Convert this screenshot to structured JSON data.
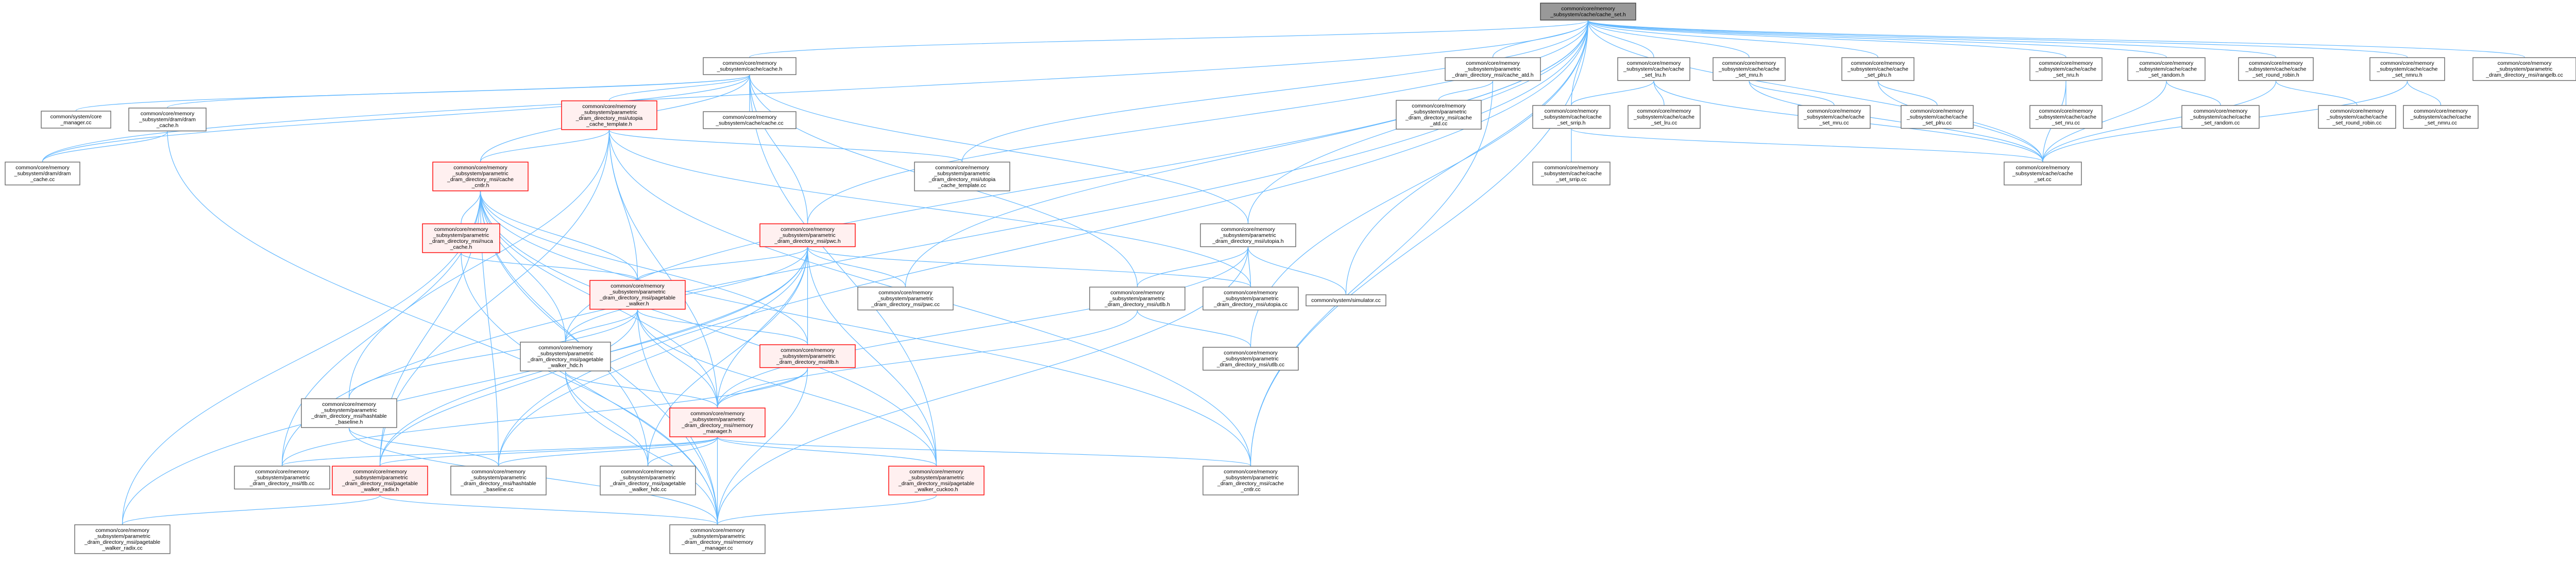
{
  "colors": {
    "edge": "#63b8ff",
    "node_border": "#666666",
    "focus_border": "#404040",
    "focus_fill": "#999999",
    "red_border": "#ff0000",
    "red_fill": "#fff0f0",
    "plain_fill": "#ffffff",
    "text": "#000000"
  },
  "nodes": [
    {
      "id": "cache_set_h",
      "kind": "focus",
      "lines": [
        "common/core/memory",
        "_subsystem/cache/cache_set.h"
      ]
    },
    {
      "id": "cache_h",
      "kind": "plain",
      "lines": [
        "common/core/memory",
        "_subsystem/cache/cache.h"
      ]
    },
    {
      "id": "dram_cache_h",
      "kind": "plain",
      "lines": [
        "common/core/memory",
        "_subsystem/dram/dram",
        "_cache.h"
      ]
    },
    {
      "id": "sys_manager_cc",
      "kind": "plain",
      "lines": [
        "common/system/core",
        "_manager.cc"
      ]
    },
    {
      "id": "dram_cache_cc",
      "kind": "plain",
      "lines": [
        "common/core/memory",
        "_subsystem/dram/dram",
        "_cache.cc"
      ]
    },
    {
      "id": "utopia_cache_template_h",
      "kind": "red",
      "lines": [
        "common/core/memory",
        "_subsystem/parametric",
        "_dram_directory_msi/utopia",
        "_cache_template.h"
      ]
    },
    {
      "id": "cache_cc",
      "kind": "plain",
      "lines": [
        "common/core/memory",
        "_subsystem/cache/cache.cc"
      ]
    },
    {
      "id": "utopia_cache_template_cc",
      "kind": "plain",
      "lines": [
        "common/core/memory",
        "_subsystem/parametric",
        "_dram_directory_msi/utopia",
        "_cache_template.cc"
      ]
    },
    {
      "id": "cache_cntlr_h",
      "kind": "red",
      "lines": [
        "common/core/memory",
        "_subsystem/parametric",
        "_dram_directory_msi/cache",
        "_cntlr.h"
      ]
    },
    {
      "id": "nuca_cache_h",
      "kind": "red",
      "lines": [
        "common/core/memory",
        "_subsystem/parametric",
        "_dram_directory_msi/nuca",
        "_cache.h"
      ]
    },
    {
      "id": "pwc_h",
      "kind": "red",
      "lines": [
        "common/core/memory",
        "_subsystem/parametric",
        "_dram_directory_msi/pwc.h"
      ]
    },
    {
      "id": "pagetable_walker_h",
      "kind": "red",
      "lines": [
        "common/core/memory",
        "_subsystem/parametric",
        "_dram_directory_msi/pagetable",
        "_walker.h"
      ]
    },
    {
      "id": "pwc_cc",
      "kind": "plain",
      "lines": [
        "common/core/memory",
        "_subsystem/parametric",
        "_dram_directory_msi/pwc.cc"
      ]
    },
    {
      "id": "pagetable_walker_hdc_h",
      "kind": "plain",
      "lines": [
        "common/core/memory",
        "_subsystem/parametric",
        "_dram_directory_msi/pagetable",
        "_walker_hdc.h"
      ]
    },
    {
      "id": "tlb_h",
      "kind": "red",
      "lines": [
        "common/core/memory",
        "_subsystem/parametric",
        "_dram_directory_msi/tlb.h"
      ]
    },
    {
      "id": "hashtable_baseline_h",
      "kind": "plain",
      "lines": [
        "common/core/memory",
        "_subsystem/parametric",
        "_dram_directory_msi/hashtable",
        "_baseline.h"
      ]
    },
    {
      "id": "memory_manager_h",
      "kind": "red",
      "lines": [
        "common/core/memory",
        "_subsystem/parametric",
        "_dram_directory_msi/memory",
        "_manager.h"
      ]
    },
    {
      "id": "tlb_cc",
      "kind": "plain",
      "lines": [
        "common/core/memory",
        "_subsystem/parametric",
        "_dram_directory_msi/tlb.cc"
      ]
    },
    {
      "id": "pagetable_walker_radix_h",
      "kind": "red",
      "lines": [
        "common/core/memory",
        "_subsystem/parametric",
        "_dram_directory_msi/pagetable",
        "_walker_radix.h"
      ]
    },
    {
      "id": "hashtable_baseline_cc",
      "kind": "plain",
      "lines": [
        "common/core/memory",
        "_subsystem/parametric",
        "_dram_directory_msi/hashtable",
        "_baseline.cc"
      ]
    },
    {
      "id": "pagetable_walker_hdc_cc",
      "kind": "plain",
      "lines": [
        "common/core/memory",
        "_subsystem/parametric",
        "_dram_directory_msi/pagetable",
        "_walker_hdc.cc"
      ]
    },
    {
      "id": "pagetable_walker_cuckoo_h",
      "kind": "red",
      "lines": [
        "common/core/memory",
        "_subsystem/parametric",
        "_dram_directory_msi/pagetable",
        "_walker_cuckoo.h"
      ]
    },
    {
      "id": "pagetable_walker_radix_cc",
      "kind": "plain",
      "lines": [
        "common/core/memory",
        "_subsystem/parametric",
        "_dram_directory_msi/pagetable",
        "_walker_radix.cc"
      ]
    },
    {
      "id": "memory_manager_cc",
      "kind": "plain",
      "lines": [
        "common/core/memory",
        "_subsystem/parametric",
        "_dram_directory_msi/memory",
        "_manager.cc"
      ]
    },
    {
      "id": "cache_cntlr_cc",
      "kind": "plain",
      "lines": [
        "common/core/memory",
        "_subsystem/parametric",
        "_dram_directory_msi/cache",
        "_cntlr.cc"
      ]
    },
    {
      "id": "utopia_h",
      "kind": "plain",
      "lines": [
        "common/core/memory",
        "_subsystem/parametric",
        "_dram_directory_msi/utopia.h"
      ]
    },
    {
      "id": "utlb_h",
      "kind": "plain",
      "lines": [
        "common/core/memory",
        "_subsystem/parametric",
        "_dram_directory_msi/utlb.h"
      ]
    },
    {
      "id": "utopia_cc",
      "kind": "plain",
      "lines": [
        "common/core/memory",
        "_subsystem/parametric",
        "_dram_directory_msi/utopia.cc"
      ]
    },
    {
      "id": "simulator_cc",
      "kind": "plain",
      "lines": [
        "common/system/simulator.cc"
      ]
    },
    {
      "id": "utlb_cc",
      "kind": "plain",
      "lines": [
        "common/core/memory",
        "_subsystem/parametric",
        "_dram_directory_msi/utlb.cc"
      ]
    },
    {
      "id": "cache_atd_h",
      "kind": "plain",
      "lines": [
        "common/core/memory",
        "_subsystem/parametric",
        "_dram_directory_msi/cache_atd.h"
      ]
    },
    {
      "id": "cache_atd_cc",
      "kind": "plain",
      "lines": [
        "common/core/memory",
        "_subsystem/parametric",
        "_dram_directory_msi/cache",
        "_atd.cc"
      ]
    },
    {
      "id": "cache_set_lru_h",
      "kind": "plain",
      "lines": [
        "common/core/memory",
        "_subsystem/cache/cache",
        "_set_lru.h"
      ]
    },
    {
      "id": "cache_set_srrip_h",
      "kind": "plain",
      "lines": [
        "common/core/memory",
        "_subsystem/cache/cache",
        "_set_srrip.h"
      ]
    },
    {
      "id": "cache_set_srrip_cc",
      "kind": "plain",
      "lines": [
        "common/core/memory",
        "_subsystem/cache/cache",
        "_set_srrip.cc"
      ]
    },
    {
      "id": "cache_set_lru_cc",
      "kind": "plain",
      "lines": [
        "common/core/memory",
        "_subsystem/cache/cache",
        "_set_lru.cc"
      ]
    },
    {
      "id": "cache_set_mru_h",
      "kind": "plain",
      "lines": [
        "common/core/memory",
        "_subsystem/cache/cache",
        "_set_mru.h"
      ]
    },
    {
      "id": "cache_set_mru_cc",
      "kind": "plain",
      "lines": [
        "common/core/memory",
        "_subsystem/cache/cache",
        "_set_mru.cc"
      ]
    },
    {
      "id": "cache_set_plru_h",
      "kind": "plain",
      "lines": [
        "common/core/memory",
        "_subsystem/cache/cache",
        "_set_plru.h"
      ]
    },
    {
      "id": "cache_set_plru_cc",
      "kind": "plain",
      "lines": [
        "common/core/memory",
        "_subsystem/cache/cache",
        "_set_plru.cc"
      ]
    },
    {
      "id": "cache_set_cc",
      "kind": "plain",
      "lines": [
        "common/core/memory",
        "_subsystem/cache/cache",
        "_set.cc"
      ]
    },
    {
      "id": "cache_set_nru_h",
      "kind": "plain",
      "lines": [
        "common/core/memory",
        "_subsystem/cache/cache",
        "_set_nru.h"
      ]
    },
    {
      "id": "cache_set_nru_cc",
      "kind": "plain",
      "lines": [
        "common/core/memory",
        "_subsystem/cache/cache",
        "_set_nru.cc"
      ]
    },
    {
      "id": "cache_set_random_h",
      "kind": "plain",
      "lines": [
        "common/core/memory",
        "_subsystem/cache/cache",
        "_set_random.h"
      ]
    },
    {
      "id": "cache_set_random_cc",
      "kind": "plain",
      "lines": [
        "common/core/memory",
        "_subsystem/cache/cache",
        "_set_random.cc"
      ]
    },
    {
      "id": "cache_set_round_robin_h",
      "kind": "plain",
      "lines": [
        "common/core/memory",
        "_subsystem/cache/cache",
        "_set_round_robin.h"
      ]
    },
    {
      "id": "cache_set_round_robin_cc",
      "kind": "plain",
      "lines": [
        "common/core/memory",
        "_subsystem/cache/cache",
        "_set_round_robin.cc"
      ]
    },
    {
      "id": "cache_set_nmru_h",
      "kind": "plain",
      "lines": [
        "common/core/memory",
        "_subsystem/cache/cache",
        "_set_nmru.h"
      ]
    },
    {
      "id": "cache_set_nmru_cc",
      "kind": "plain",
      "lines": [
        "common/core/memory",
        "_subsystem/cache/cache",
        "_set_nmru.cc"
      ]
    },
    {
      "id": "rangelb_cc",
      "kind": "plain",
      "lines": [
        "common/core/memory",
        "_subsystem/parametric",
        "_dram_directory_msi/rangelb.cc"
      ]
    }
  ],
  "edges": [
    [
      "cache_set_h",
      "cache_h"
    ],
    [
      "cache_set_h",
      "cache_atd_h"
    ],
    [
      "cache_set_h",
      "cache_set_lru_h"
    ],
    [
      "cache_set_h",
      "cache_set_mru_h"
    ],
    [
      "cache_set_h",
      "cache_set_plru_h"
    ],
    [
      "cache_set_h",
      "cache_set_nru_h"
    ],
    [
      "cache_set_h",
      "cache_set_random_h"
    ],
    [
      "cache_set_h",
      "cache_set_round_robin_h"
    ],
    [
      "cache_set_h",
      "cache_set_nmru_h"
    ],
    [
      "cache_set_h",
      "rangelb_cc"
    ],
    [
      "cache_set_h",
      "cache_set_cc"
    ],
    [
      "cache_set_h",
      "cache_set_srrip_h"
    ],
    [
      "cache_set_h",
      "utopia_h"
    ],
    [
      "cache_set_h",
      "pwc_h"
    ],
    [
      "cache_set_h",
      "utopia_cache_template_cc"
    ],
    [
      "cache_set_h",
      "simulator_cc"
    ],
    [
      "cache_set_h",
      "cache_cntlr_cc"
    ],
    [
      "cache_set_h",
      "utlb_cc"
    ],
    [
      "cache_set_h",
      "pagetable_walker_hdc_h"
    ],
    [
      "cache_set_h",
      "hashtable_baseline_cc"
    ],
    [
      "cache_set_h",
      "tlb_cc"
    ],
    [
      "cache_set_h",
      "pwc_cc"
    ],
    [
      "cache_set_h",
      "dram_cache_cc"
    ],
    [
      "cache_h",
      "dram_cache_h"
    ],
    [
      "cache_h",
      "utopia_cache_template_h"
    ],
    [
      "cache_h",
      "cache_cc"
    ],
    [
      "cache_h",
      "cache_cntlr_h"
    ],
    [
      "cache_h",
      "pwc_h"
    ],
    [
      "cache_h",
      "utopia_h"
    ],
    [
      "cache_h",
      "sys_manager_cc"
    ],
    [
      "cache_h",
      "dram_cache_cc"
    ],
    [
      "cache_h",
      "utlb_h"
    ],
    [
      "cache_h",
      "pagetable_walker_cuckoo_h"
    ],
    [
      "dram_cache_h",
      "dram_cache_cc"
    ],
    [
      "dram_cache_h",
      "memory_manager_cc"
    ],
    [
      "utopia_cache_template_h",
      "cache_cntlr_h"
    ],
    [
      "utopia_cache_template_h",
      "utopia_cache_template_cc"
    ],
    [
      "utopia_cache_template_h",
      "pagetable_walker_h"
    ],
    [
      "utopia_cache_template_h",
      "memory_manager_h"
    ],
    [
      "utopia_cache_template_h",
      "hashtable_baseline_h"
    ],
    [
      "utopia_cache_template_h",
      "cache_cntlr_cc"
    ],
    [
      "utopia_cache_template_h",
      "pagetable_walker_radix_h"
    ],
    [
      "utopia_cache_template_h",
      "utopia_cc"
    ],
    [
      "cache_cntlr_h",
      "nuca_cache_h"
    ],
    [
      "cache_cntlr_h",
      "pagetable_walker_h"
    ],
    [
      "cache_cntlr_h",
      "memory_manager_h"
    ],
    [
      "cache_cntlr_h",
      "tlb_h"
    ],
    [
      "cache_cntlr_h",
      "pagetable_walker_hdc_h"
    ],
    [
      "cache_cntlr_h",
      "hashtable_baseline_cc"
    ],
    [
      "cache_cntlr_h",
      "tlb_cc"
    ],
    [
      "cache_cntlr_h",
      "pagetable_walker_radix_h"
    ],
    [
      "cache_cntlr_h",
      "pagetable_walker_radix_cc"
    ],
    [
      "cache_cntlr_h",
      "memory_manager_cc"
    ],
    [
      "cache_cntlr_h",
      "cache_cntlr_cc"
    ],
    [
      "cache_cntlr_h",
      "pagetable_walker_cuckoo_h"
    ],
    [
      "cache_cntlr_h",
      "pagetable_walker_hdc_cc"
    ],
    [
      "nuca_cache_h",
      "pagetable_walker_h"
    ],
    [
      "nuca_cache_h",
      "memory_manager_cc"
    ],
    [
      "pwc_h",
      "pagetable_walker_h"
    ],
    [
      "pwc_h",
      "pwc_cc"
    ],
    [
      "pwc_h",
      "tlb_h"
    ],
    [
      "pwc_h",
      "memory_manager_h"
    ],
    [
      "pwc_h",
      "pagetable_walker_hdc_h"
    ],
    [
      "pwc_h",
      "pagetable_walker_cuckoo_h"
    ],
    [
      "pwc_h",
      "hashtable_baseline_cc"
    ],
    [
      "pwc_h",
      "pagetable_walker_radix_cc"
    ],
    [
      "pwc_h",
      "pagetable_walker_hdc_cc"
    ],
    [
      "pwc_h",
      "utopia_cc"
    ],
    [
      "pwc_h",
      "pagetable_walker_radix_h"
    ],
    [
      "pagetable_walker_h",
      "pagetable_walker_hdc_h"
    ],
    [
      "pagetable_walker_h",
      "tlb_h"
    ],
    [
      "pagetable_walker_h",
      "memory_manager_h"
    ],
    [
      "pagetable_walker_h",
      "hashtable_baseline_h"
    ],
    [
      "pagetable_walker_h",
      "pagetable_walker_cuckoo_h"
    ],
    [
      "pagetable_walker_h",
      "pagetable_walker_radix_h"
    ],
    [
      "pagetable_walker_h",
      "memory_manager_cc"
    ],
    [
      "pagetable_walker_hdc_h",
      "pagetable_walker_hdc_cc"
    ],
    [
      "pagetable_walker_hdc_h",
      "memory_manager_cc"
    ],
    [
      "pagetable_walker_hdc_h",
      "memory_manager_h"
    ],
    [
      "tlb_h",
      "memory_manager_h"
    ],
    [
      "tlb_h",
      "tlb_cc"
    ],
    [
      "tlb_h",
      "memory_manager_cc"
    ],
    [
      "hashtable_baseline_h",
      "hashtable_baseline_cc"
    ],
    [
      "hashtable_baseline_h",
      "memory_manager_cc"
    ],
    [
      "memory_manager_h",
      "tlb_cc"
    ],
    [
      "memory_manager_h",
      "pagetable_walker_radix_h"
    ],
    [
      "memory_manager_h",
      "hashtable_baseline_cc"
    ],
    [
      "memory_manager_h",
      "pagetable_walker_hdc_cc"
    ],
    [
      "memory_manager_h",
      "pagetable_walker_cuckoo_h"
    ],
    [
      "memory_manager_h",
      "memory_manager_cc"
    ],
    [
      "memory_manager_h",
      "cache_cntlr_cc"
    ],
    [
      "pagetable_walker_radix_h",
      "pagetable_walker_radix_cc"
    ],
    [
      "pagetable_walker_radix_h",
      "memory_manager_cc"
    ],
    [
      "pagetable_walker_cuckoo_h",
      "memory_manager_cc"
    ],
    [
      "utopia_h",
      "utopia_cc"
    ],
    [
      "utopia_h",
      "utlb_h"
    ],
    [
      "utopia_h",
      "memory_manager_h"
    ],
    [
      "utopia_h",
      "memory_manager_cc"
    ],
    [
      "utopia_h",
      "simulator_cc"
    ],
    [
      "utlb_h",
      "utlb_cc"
    ],
    [
      "utlb_h",
      "memory_manager_h"
    ],
    [
      "cache_atd_h",
      "cache_atd_cc"
    ],
    [
      "cache_atd_h",
      "cache_cntlr_cc"
    ],
    [
      "cache_set_lru_h",
      "cache_set_srrip_h"
    ],
    [
      "cache_set_lru_h",
      "cache_set_lru_cc"
    ],
    [
      "cache_set_lru_h",
      "cache_set_cc"
    ],
    [
      "cache_set_srrip_h",
      "cache_set_srrip_cc"
    ],
    [
      "cache_set_srrip_h",
      "cache_set_cc"
    ],
    [
      "cache_set_mru_h",
      "cache_set_mru_cc"
    ],
    [
      "cache_set_mru_h",
      "cache_set_cc"
    ],
    [
      "cache_set_plru_h",
      "cache_set_plru_cc"
    ],
    [
      "cache_set_plru_h",
      "cache_set_cc"
    ],
    [
      "cache_set_nru_h",
      "cache_set_nru_cc"
    ],
    [
      "cache_set_nru_h",
      "cache_set_cc"
    ],
    [
      "cache_set_random_h",
      "cache_set_random_cc"
    ],
    [
      "cache_set_random_h",
      "cache_set_cc"
    ],
    [
      "cache_set_round_robin_h",
      "cache_set_round_robin_cc"
    ],
    [
      "cache_set_round_robin_h",
      "cache_set_cc"
    ],
    [
      "cache_set_nmru_h",
      "cache_set_nmru_cc"
    ],
    [
      "cache_set_nmru_h",
      "cache_set_cc"
    ]
  ]
}
